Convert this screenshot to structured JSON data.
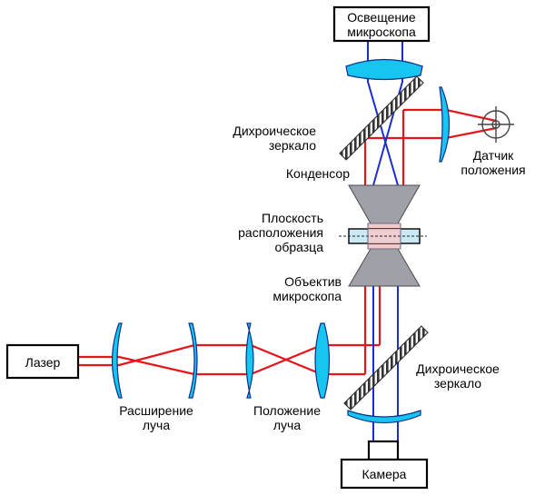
{
  "boxes": {
    "illumination": [
      "Освещение",
      "микроскопа"
    ],
    "laser": "Лазер",
    "camera": "Камера"
  },
  "labels": {
    "dichroic_top": [
      "Дихроическое",
      "зеркало"
    ],
    "position_sensor": [
      "Датчик",
      "положения"
    ],
    "condenser": "Конденсор",
    "sample_plane": [
      "Плоскость",
      "расположения",
      "образца"
    ],
    "objective": [
      "Объектив",
      "микроскопа"
    ],
    "dichroic_bottom": [
      "Дихроическое",
      "зеркало"
    ],
    "beam_expansion": [
      "Расширение",
      "луча"
    ],
    "beam_position": [
      "Положение",
      "луча"
    ]
  },
  "colors": {
    "laser_beam": "#e8141b",
    "illumination_beam": "#1a2dd6",
    "lens_fill": "#16c5f0",
    "lens_stroke": "#0b2f8a",
    "objective_fill": "#a0a0a8",
    "sample_fill": "#f6c9c9",
    "mirror_fill": "#333333"
  }
}
